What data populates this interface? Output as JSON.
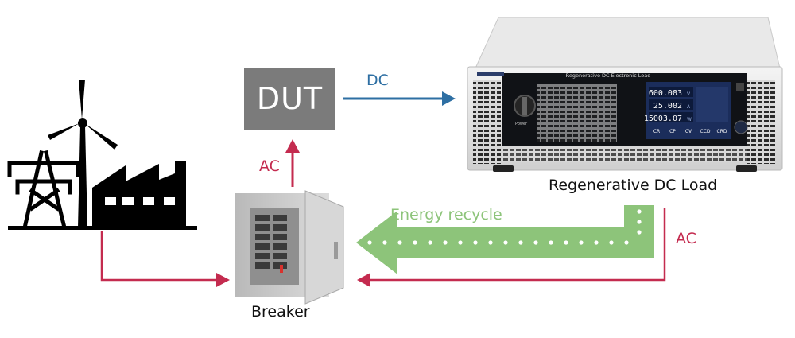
{
  "nodes": {
    "dut": "DUT",
    "load": "Regenerative DC Load",
    "breaker": "Breaker"
  },
  "flows": {
    "dc": "DC",
    "ac_up": "AC",
    "ac_return": "AC",
    "recycle": "Energy recycle"
  },
  "instrument": {
    "title": "Regenerative DC Electronic Load",
    "readings": [
      "600.083",
      "25.002",
      "15003.07"
    ],
    "reading_units": [
      "V",
      "A",
      "W"
    ],
    "mode_buttons": [
      "CR",
      "CP",
      "CV",
      "CCD",
      "CRD"
    ],
    "power_label": "Power"
  },
  "colors": {
    "ac_line": "#c42b4f",
    "dc_line": "#2e6fa3",
    "recycle_arrow": "#8dc47a",
    "dut_fill": "#7b7b7b"
  },
  "icons": [
    "power-tower-icon",
    "wind-turbine-icon",
    "factory-icon"
  ]
}
